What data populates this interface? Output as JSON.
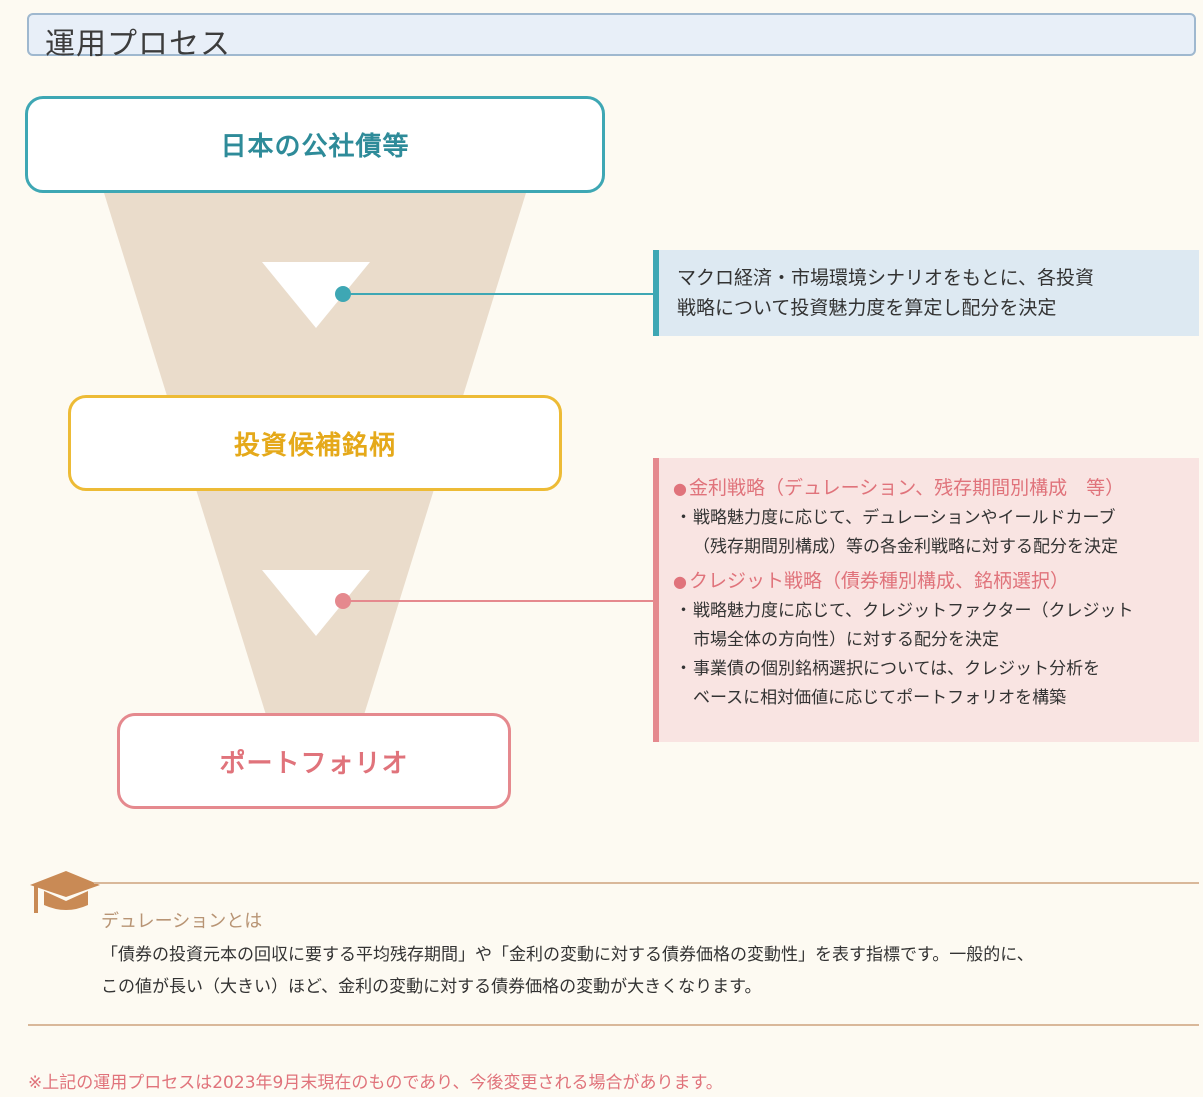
{
  "header": {
    "title": "運用プロセス"
  },
  "funnel": {
    "stage_top": "日本の公社債等",
    "stage_middle": "投資候補銘柄",
    "stage_bottom": "ポートフォリオ"
  },
  "note_macro": {
    "line1": "マクロ経済・市場環境シナリオをもとに、各投資",
    "line2": "戦略について投資魅力度を算定し配分を決定"
  },
  "note_strategies": {
    "rate": {
      "title": "金利戦略（デュレーション、残存期間別構成　等）",
      "bullet1_line1": "戦略魅力度に応じて、デュレーションやイールドカーブ",
      "bullet1_line2": "（残存期間別構成）等の各金利戦略に対する配分を決定"
    },
    "credit": {
      "title": "クレジット戦略（債券種別構成、銘柄選択）",
      "bullet1_line1": "戦略魅力度に応じて、クレジットファクター（クレジット",
      "bullet1_line2": "市場全体の方向性）に対する配分を決定",
      "bullet2_line1": "事業債の個別銘柄選択については、クレジット分析を",
      "bullet2_line2": "ベースに相対価値に応じてポートフォリオを構築"
    }
  },
  "glossary": {
    "title": "デュレーションとは",
    "line1": "「債券の投資元本の回収に要する平均残存期間」や「金利の変動に対する債券価格の変動性」を表す指標です。一般的に、",
    "line2": "この値が長い（大きい）ほど、金利の変動に対する債券価格の変動が大きくなります。"
  },
  "footnote": "※上記の運用プロセスは2023年9月末現在のものであり、今後変更される場合があります。",
  "colors": {
    "teal": "#3ea7b4",
    "yellow": "#edbb36",
    "pink": "#e5898e",
    "funnel": "#eadccb",
    "accent_brown": "#b89474"
  }
}
